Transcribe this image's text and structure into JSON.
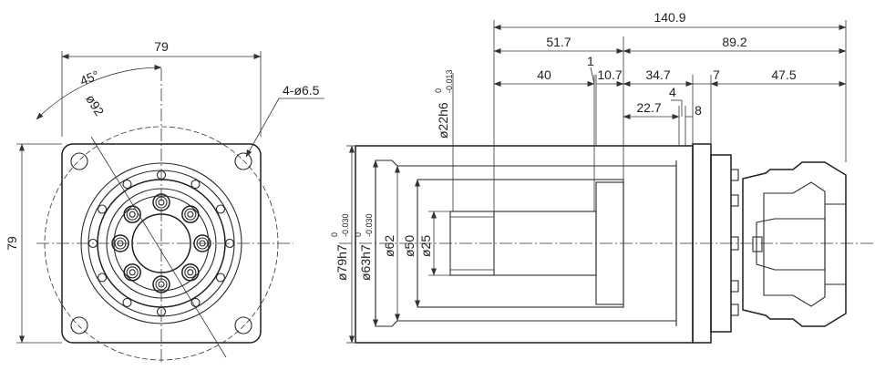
{
  "front_view": {
    "width": "79",
    "height": "79",
    "angle": "45°",
    "pcd": "ø92",
    "holes": "4-ø6.5"
  },
  "side_view": {
    "total_length": "140.9",
    "segment_a": "51.7",
    "segment_b": "89.2",
    "shaft_length": "40",
    "gap_1": "1",
    "gap_10_7": "10.7",
    "length_34_7": "34.7",
    "length_7": "7",
    "length_47_5": "47.5",
    "length_4": "4",
    "length_22_7": "22.7",
    "length_8": "8",
    "shaft_dia": "ø22h6",
    "shaft_tol_top": "0",
    "shaft_tol_bottom": "-0.013",
    "dia_79": "ø79h7",
    "dia_79_tol_top": "0",
    "dia_79_tol_bottom": "-0.030",
    "dia_63": "ø63h7",
    "dia_63_tol_top": "0",
    "dia_63_tol_bottom": "-0.030",
    "dia_62": "ø62",
    "dia_50": "ø50",
    "dia_25": "ø25"
  }
}
